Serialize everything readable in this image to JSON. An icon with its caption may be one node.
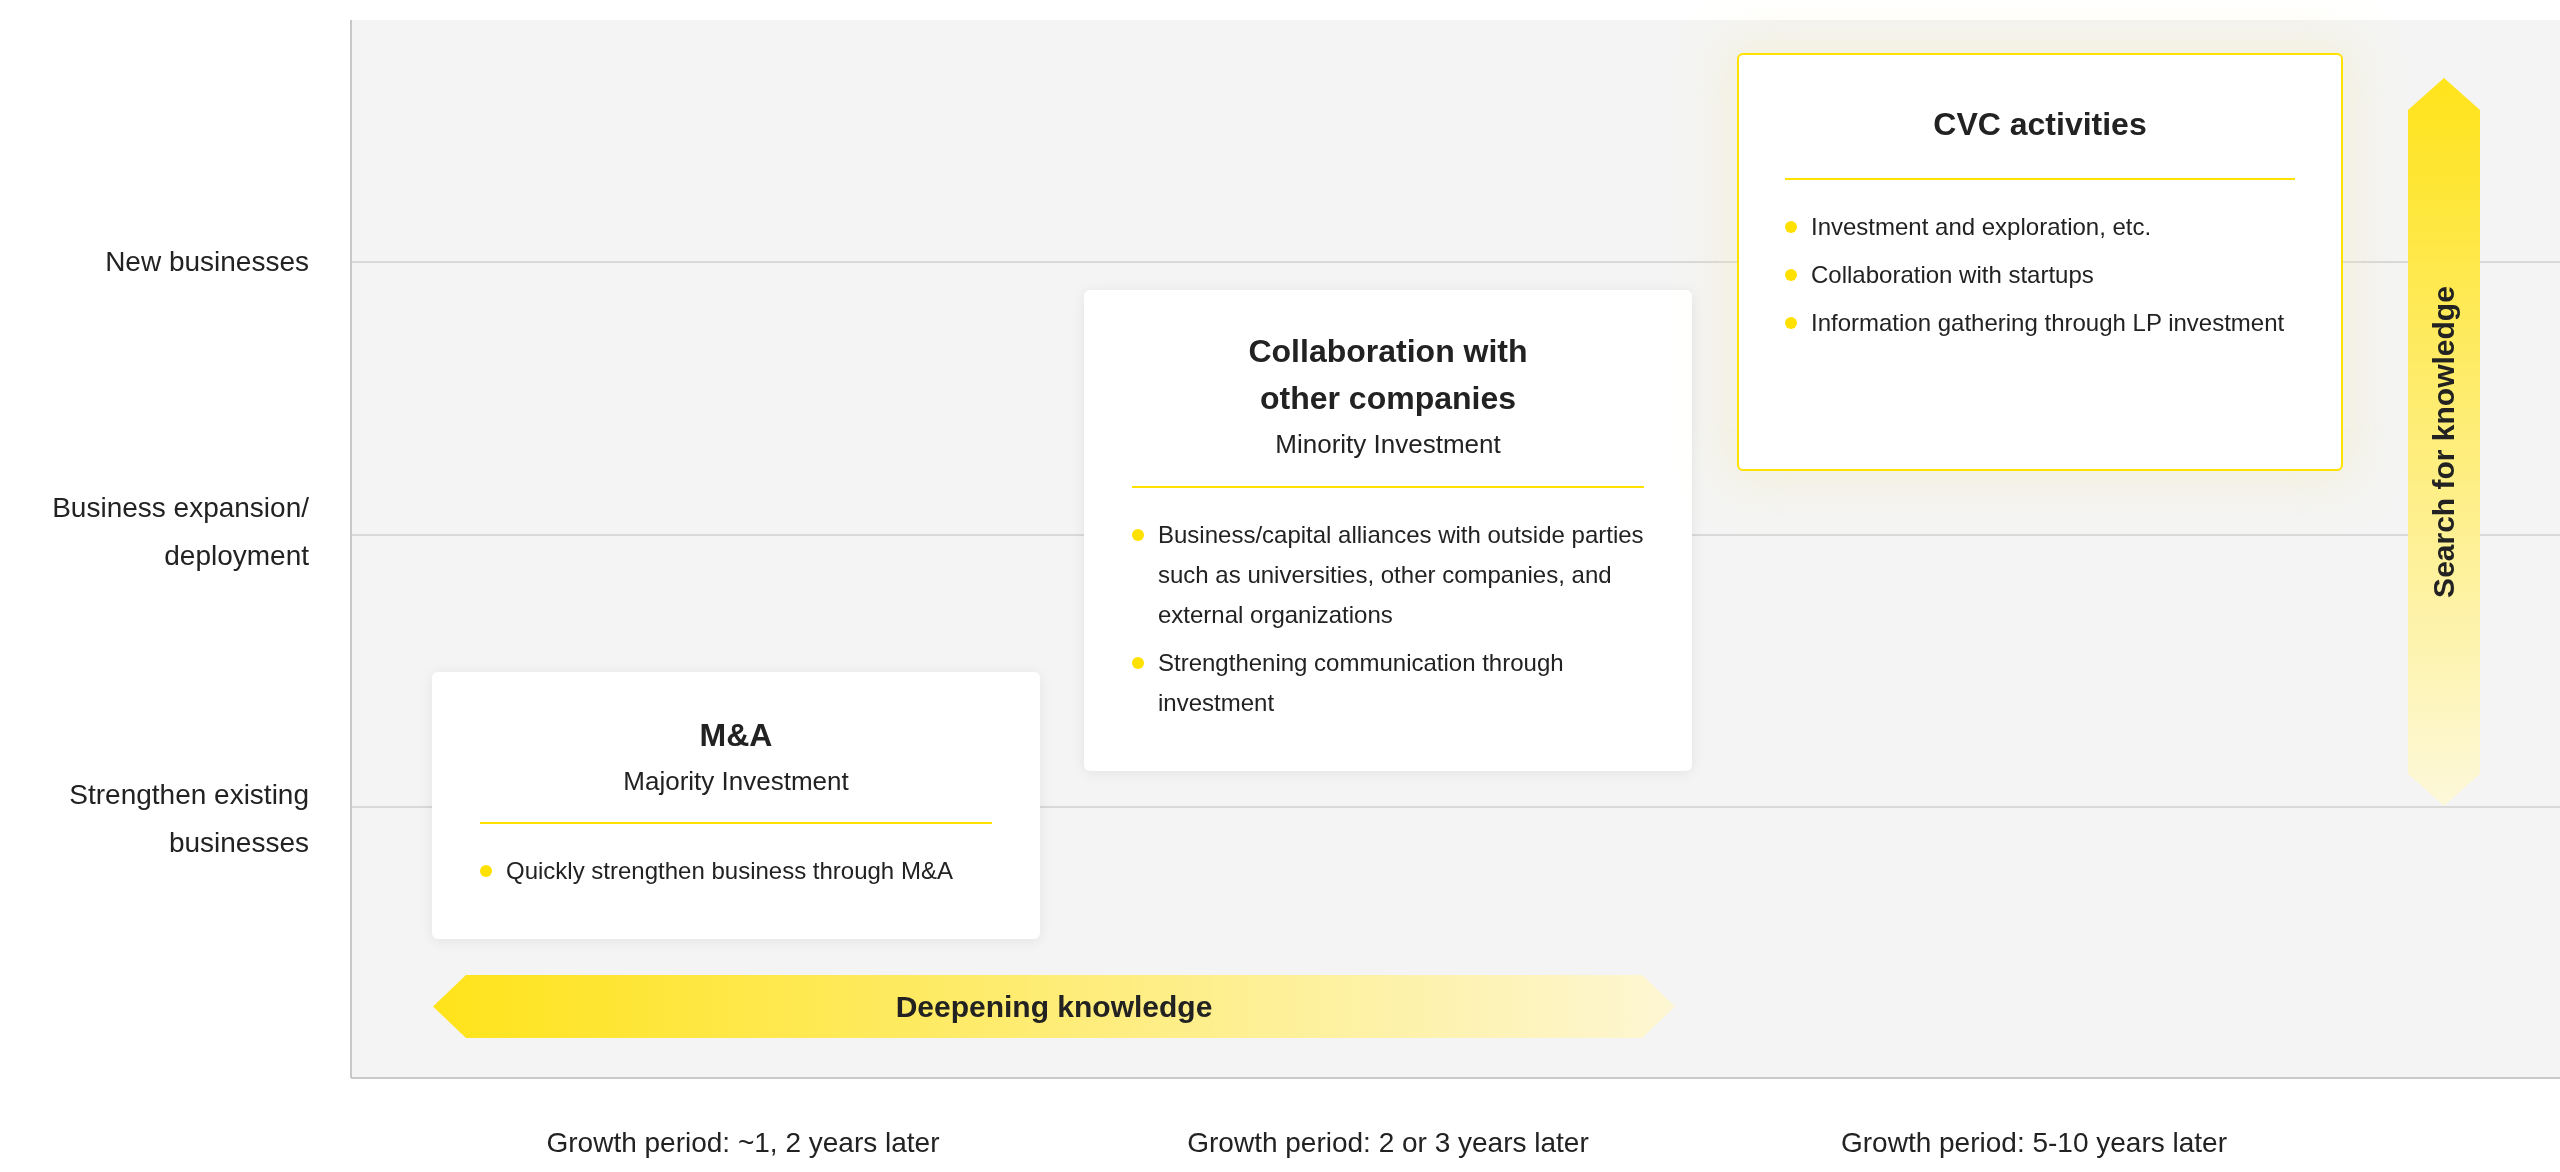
{
  "diagram": {
    "nodes": [
      {
        "text": [
          "M&A",
          "Majority Investment",
          "Quickly strengthen business through M&A"
        ]
      },
      {
        "text": [
          "Collaboration with other companies",
          "Minority Investment",
          "Business/capital alliances with outside parties such as universities, other companies, and external organizations",
          "Strengthening communication through investment"
        ]
      },
      {
        "text": [
          "CVC activities",
          "Investment and exploration, etc.",
          "Collaboration with startups",
          "Information gathering through LP investment"
        ]
      },
      {
        "text": [
          "Deepening knowledge"
        ]
      },
      {
        "text": [
          "Search for knowledge"
        ]
      }
    ],
    "labels": [
      "New businesses",
      "Business expansion/ deployment",
      "Strengthen existing businesses",
      "Growth period: ~1, 2 years later",
      "Growth period: 2 or 3 years later",
      "Growth period: 5-10 years later"
    ]
  }
}
